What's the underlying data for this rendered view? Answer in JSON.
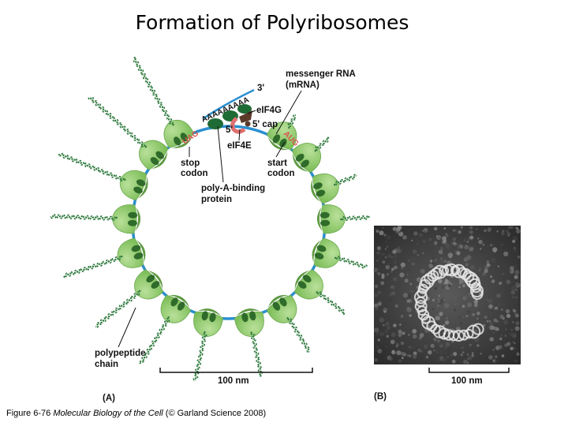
{
  "title": "Formation of Polyribosomes",
  "caption": {
    "figure": "Figure 6-76",
    "book": "Molecular Biology of the Cell",
    "credit": "(© Garland Science 2008)"
  },
  "panel_a": {
    "label": "(A)",
    "mrna_label_line1": "messenger RNA",
    "mrna_label_line2": "(mRNA)",
    "three_prime": "3'",
    "polyA": "AAAAAAAAA",
    "eif4g": "eIF4G",
    "five_prime": "5'",
    "five_prime_cap": "5' cap",
    "uag": "UAG",
    "aug": "AUG",
    "eif4e": "eIF4E",
    "stop_codon_line1": "stop",
    "stop_codon_line2": "codon",
    "start_codon_line1": "start",
    "start_codon_line2": "codon",
    "pabp_line1": "poly-A-binding",
    "pabp_line2": "protein",
    "polypeptide_line1": "polypeptide",
    "polypeptide_line2": "chain",
    "scale": "100 nm"
  },
  "panel_b": {
    "label": "(B)",
    "scale": "100 nm"
  },
  "colors": {
    "mrna": "#2a8fd0",
    "ribosome": "#8fc86a",
    "ribosome_dark": "#5f9a43",
    "peptide": "#2f7a3e",
    "pabp": "#1f6b35",
    "cap": "#e07070",
    "codon": "#d9534f"
  }
}
